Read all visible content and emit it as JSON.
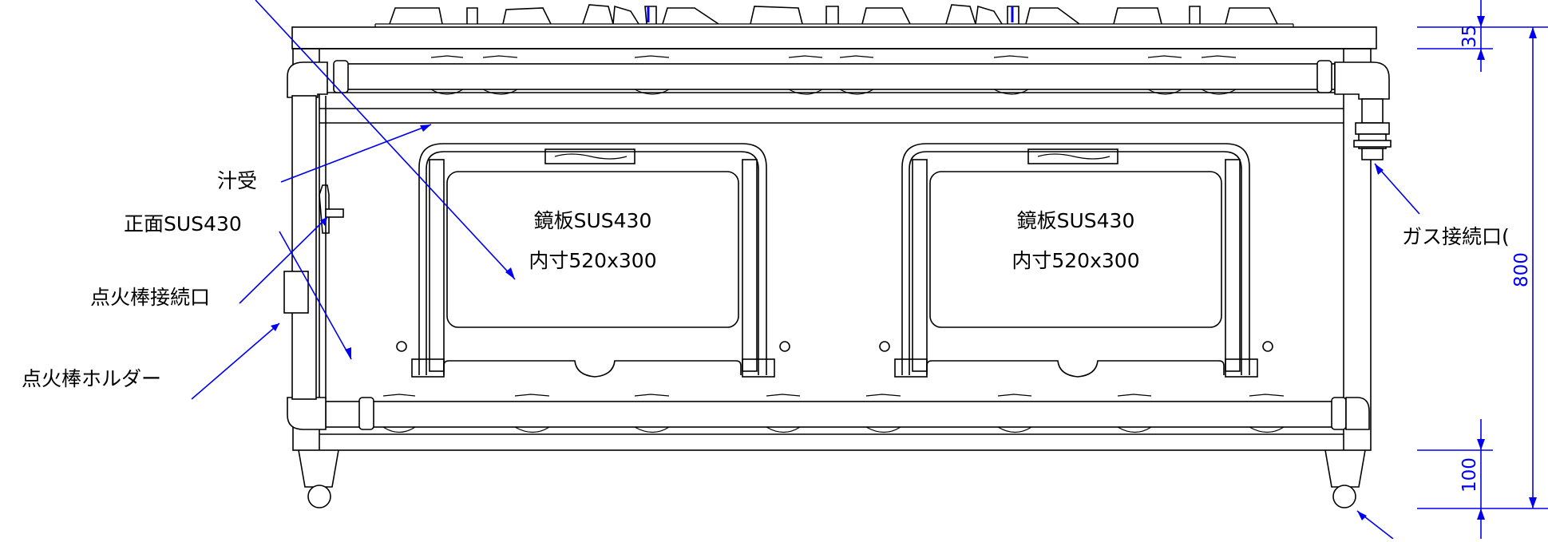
{
  "labels": {
    "shiruuke": "汁受",
    "front": "正面SUS430",
    "ignition_port": "点火棒接続口",
    "ignition_holder": "点火棒ホルダー",
    "gas_port": "ガス接続口(",
    "panel_left_line1": "鏡板SUS430",
    "panel_left_line2": "内寸520x300",
    "panel_right_line1": "鏡板SUS430",
    "panel_right_line2": "内寸520x300"
  },
  "dimensions": {
    "top_offset": "35",
    "total_height": "800",
    "leg_height": "100"
  },
  "colors": {
    "outline": "#000000",
    "dimension": "#0000ee"
  }
}
